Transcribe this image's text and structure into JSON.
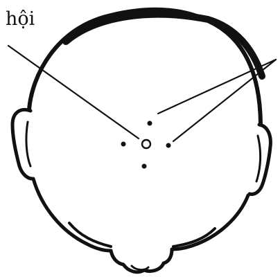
{
  "diagram": {
    "label": "hội",
    "ink_color": "#111111",
    "background_color": "#ffffff",
    "subject": "head-outline-top-view",
    "marked_points": [
      "center-point",
      "front-point",
      "back-point",
      "left-point",
      "right-point"
    ]
  }
}
